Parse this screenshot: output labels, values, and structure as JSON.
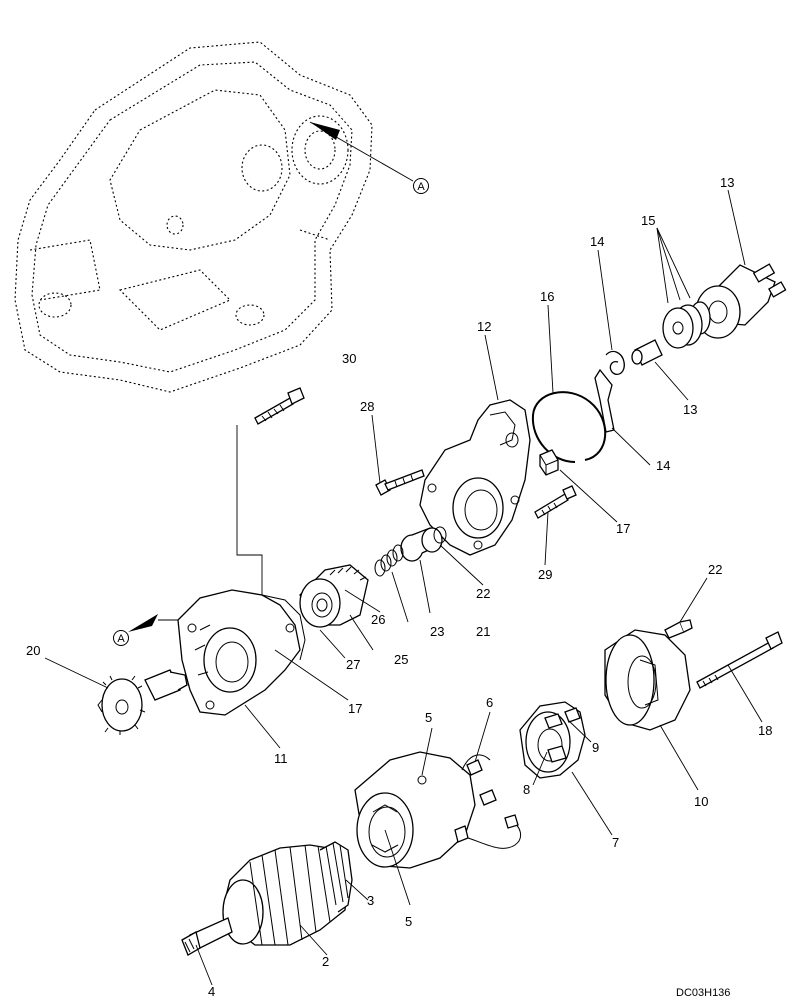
{
  "labels": {
    "p2": "2",
    "p3": "3",
    "p4": "4",
    "p5a": "5",
    "p5b": "5",
    "p6": "6",
    "p7": "7",
    "p8": "8",
    "p9": "9",
    "p10": "10",
    "p11": "11",
    "p12": "12",
    "p13a": "13",
    "p13b": "13",
    "p14a": "14",
    "p14b": "14",
    "p15": "15",
    "p16": "16",
    "p17a": "17",
    "p17b": "17",
    "p18": "18",
    "p20": "20",
    "p21": "21",
    "p22a": "22",
    "p22b": "22",
    "p23": "23",
    "p25": "25",
    "p26": "26",
    "p27": "27",
    "p28": "28",
    "p29": "29",
    "p30": "30"
  },
  "markers": {
    "a1": "A",
    "a2": "A"
  },
  "drawing_ref": "DC03H136"
}
